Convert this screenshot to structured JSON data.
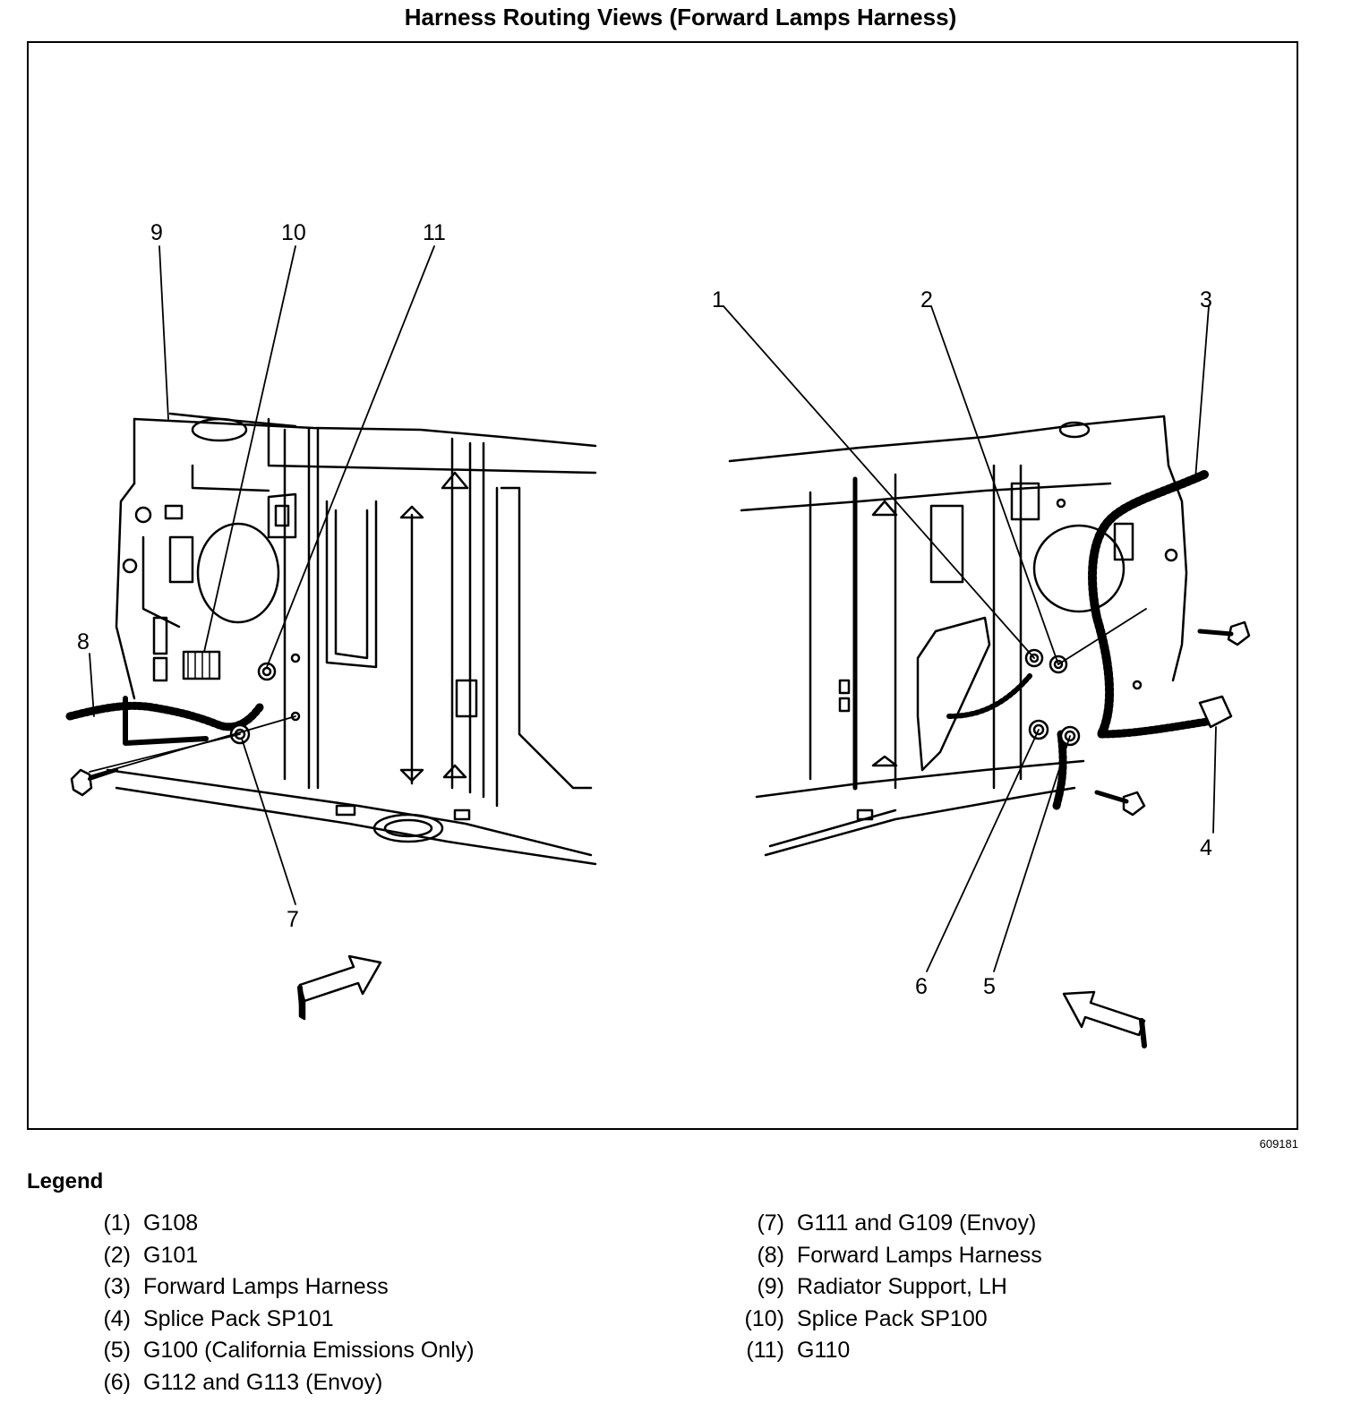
{
  "title": "Harness Routing Views (Forward Lamps Harness)",
  "figure_id": "609181",
  "legend": {
    "heading": "Legend",
    "items": [
      {
        "num": "(1)",
        "label": "G108"
      },
      {
        "num": "(2)",
        "label": "G101"
      },
      {
        "num": "(3)",
        "label": "Forward Lamps Harness"
      },
      {
        "num": "(4)",
        "label": "Splice Pack SP101"
      },
      {
        "num": "(5)",
        "label": "G100 (California Emissions Only)"
      },
      {
        "num": "(6)",
        "label": "G112 and G113 (Envoy)"
      },
      {
        "num": "(7)",
        "label": "G111 and G109 (Envoy)"
      },
      {
        "num": "(8)",
        "label": "Forward Lamps Harness"
      },
      {
        "num": "(9)",
        "label": "Radiator Support, LH"
      },
      {
        "num": "(10)",
        "label": "Splice Pack SP100"
      },
      {
        "num": "(11)",
        "label": "G110"
      }
    ]
  },
  "callouts": {
    "c1": "1",
    "c2": "2",
    "c3": "3",
    "c4": "4",
    "c5": "5",
    "c6": "6",
    "c7": "7",
    "c8": "8",
    "c9": "9",
    "c10": "10",
    "c11": "11"
  }
}
